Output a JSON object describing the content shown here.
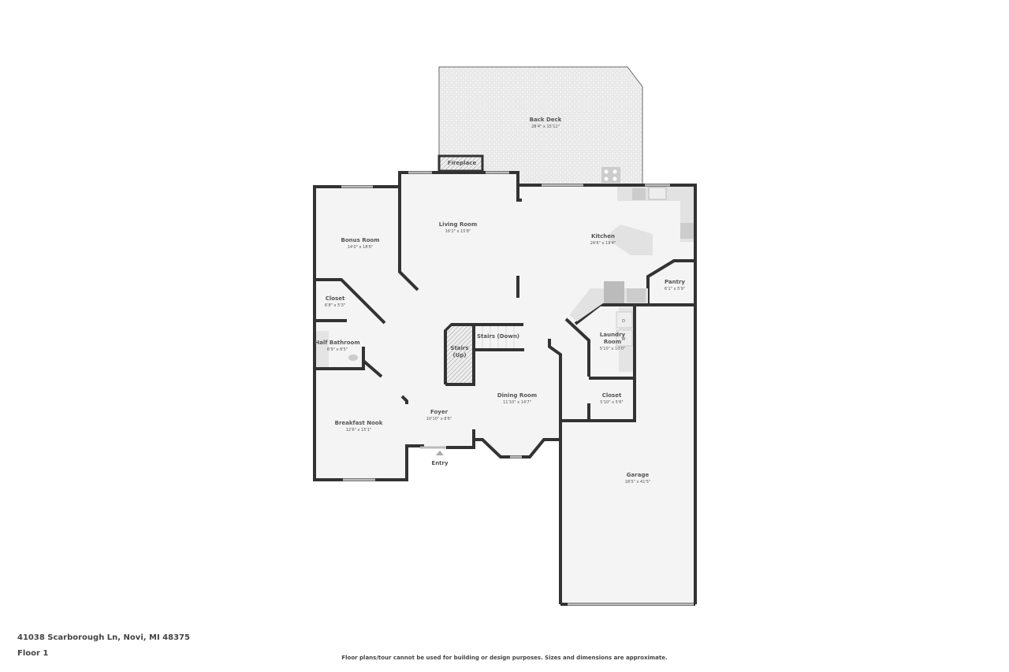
{
  "rooms": {
    "back_deck": {
      "name": "Back Deck",
      "dims": "28'4\" x 15'11\""
    },
    "fireplace": {
      "name": "Fireplace"
    },
    "living_room": {
      "name": "Living Room",
      "dims": "16'2\" x 15'8\""
    },
    "kitchen": {
      "name": "Kitchen",
      "dims": "24'6\" x 19'4\""
    },
    "bonus_room": {
      "name": "Bonus Room",
      "dims": "14'0\" x 18'6\""
    },
    "pantry": {
      "name": "Pantry",
      "dims": "6'1\" x 5'9\""
    },
    "closet_1": {
      "name": "Closet",
      "dims": "6'8\" x 5'3\""
    },
    "half_bath": {
      "name": "Half Bathroom",
      "dims": "6'9\" x 6'5\""
    },
    "stairs_up": {
      "name": "Stairs",
      "name2": "(Up)"
    },
    "stairs_down": {
      "name": "Stairs (Down)"
    },
    "laundry": {
      "name": "Laundry",
      "name2": "Room",
      "dims": "5'10\" x 10'0\""
    },
    "closet_2": {
      "name": "Closet",
      "dims": "5'10\" x 5'6\""
    },
    "dining_room": {
      "name": "Dining Room",
      "dims": "11'10\" x 14'7\""
    },
    "foyer": {
      "name": "Foyer",
      "dims": "10'10\" x 8'6\""
    },
    "breakfast_nook": {
      "name": "Breakfast Nook",
      "dims": "12'6\" x 15'1\""
    },
    "garage": {
      "name": "Garage",
      "dims": "18'5\" x 41'5\""
    },
    "entry": {
      "name": "Entry"
    },
    "dryer": {
      "label": "D"
    },
    "washer": {
      "label": "W"
    }
  },
  "footer": {
    "address": "41038 Scarborough Ln, Novi, MI 48375",
    "floor": "Floor 1",
    "disclaimer": "Floor plans/tour cannot be used for building or design purposes. Sizes and dimensions are approximate."
  },
  "colors": {
    "wall": "#333333",
    "floor": "#f4f4f4",
    "fixture": "#d8d8d8"
  }
}
